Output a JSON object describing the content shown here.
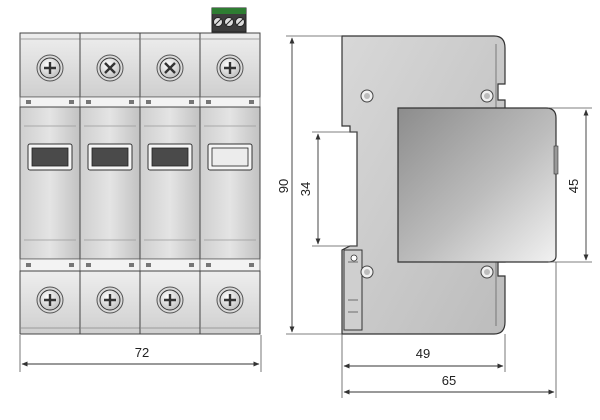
{
  "dimensions": {
    "width_total": "72",
    "height_total": "90",
    "front_height": "34",
    "front_face_height": "45",
    "depth_rail": "49",
    "depth_total": "65"
  },
  "modules": [
    {
      "window": "dark",
      "top_screw": "plus"
    },
    {
      "window": "dark",
      "top_screw": "cross"
    },
    {
      "window": "dark",
      "top_screw": "cross"
    },
    {
      "window": "light",
      "top_screw": "plus"
    }
  ],
  "colors": {
    "body_light": "#e6e6e6",
    "body_mid": "#bdbdbd",
    "window_dark": "#4a4a4a",
    "window_light": "#ececec",
    "connector_green": "#2e7d32",
    "line": "#333333"
  },
  "icons": {
    "screw_plus": "plus-screw-icon",
    "screw_cross": "cross-screw-icon"
  }
}
